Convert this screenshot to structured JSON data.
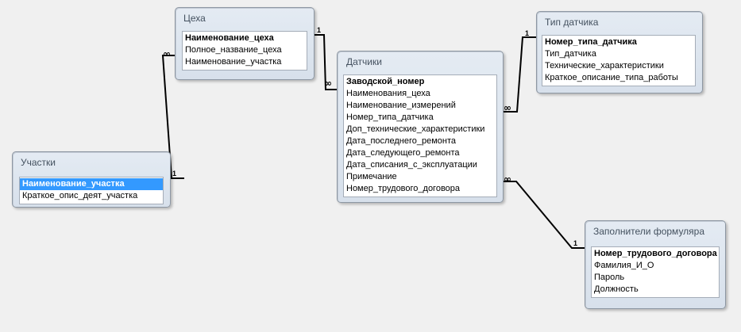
{
  "tables": {
    "ceha": {
      "title": "Цеха",
      "fields": [
        "Наименование_цеха",
        "Полное_название_цеха",
        "Наименование_участка"
      ]
    },
    "datchiki": {
      "title": "Датчики",
      "fields": [
        "Заводской_номер",
        "Наименования_цеха",
        "Наименование_измерений",
        "Номер_типа_датчика",
        "Доп_технические_характеристики",
        "Дата_последнего_ремонта",
        "Дата_следующего_ремонта",
        "Дата_списания_с_эксплуатации",
        "Примечание",
        "Номер_трудового_договора"
      ]
    },
    "tip_datchika": {
      "title": "Тип датчика",
      "fields": [
        "Номер_типа_датчика",
        "Тип_датчика",
        "Технические_характеристики",
        "Краткое_описание_типа_работы"
      ]
    },
    "uchastki": {
      "title": "Участки",
      "fields": [
        "Наименование_участка",
        "Краткое_опис_деят_участка"
      ]
    },
    "zapolniteli": {
      "title": "Заполнители формуляра",
      "fields": [
        "Номер_трудового_договора",
        "Фамилия_И_О",
        "Пароль",
        "Должность"
      ]
    }
  },
  "relationships": {
    "ceha_datchiki": {
      "one": "1",
      "many": "∞"
    },
    "uchastki_ceha": {
      "one": "1",
      "many": "∞"
    },
    "tip_datchiki": {
      "one": "1",
      "many": "∞"
    },
    "zap_datchiki": {
      "one": "1",
      "many": "∞"
    }
  },
  "colors": {
    "background": "#f0f0f0",
    "window": "#dbe3ed",
    "selection": "#3399ff",
    "line": "#000000"
  }
}
